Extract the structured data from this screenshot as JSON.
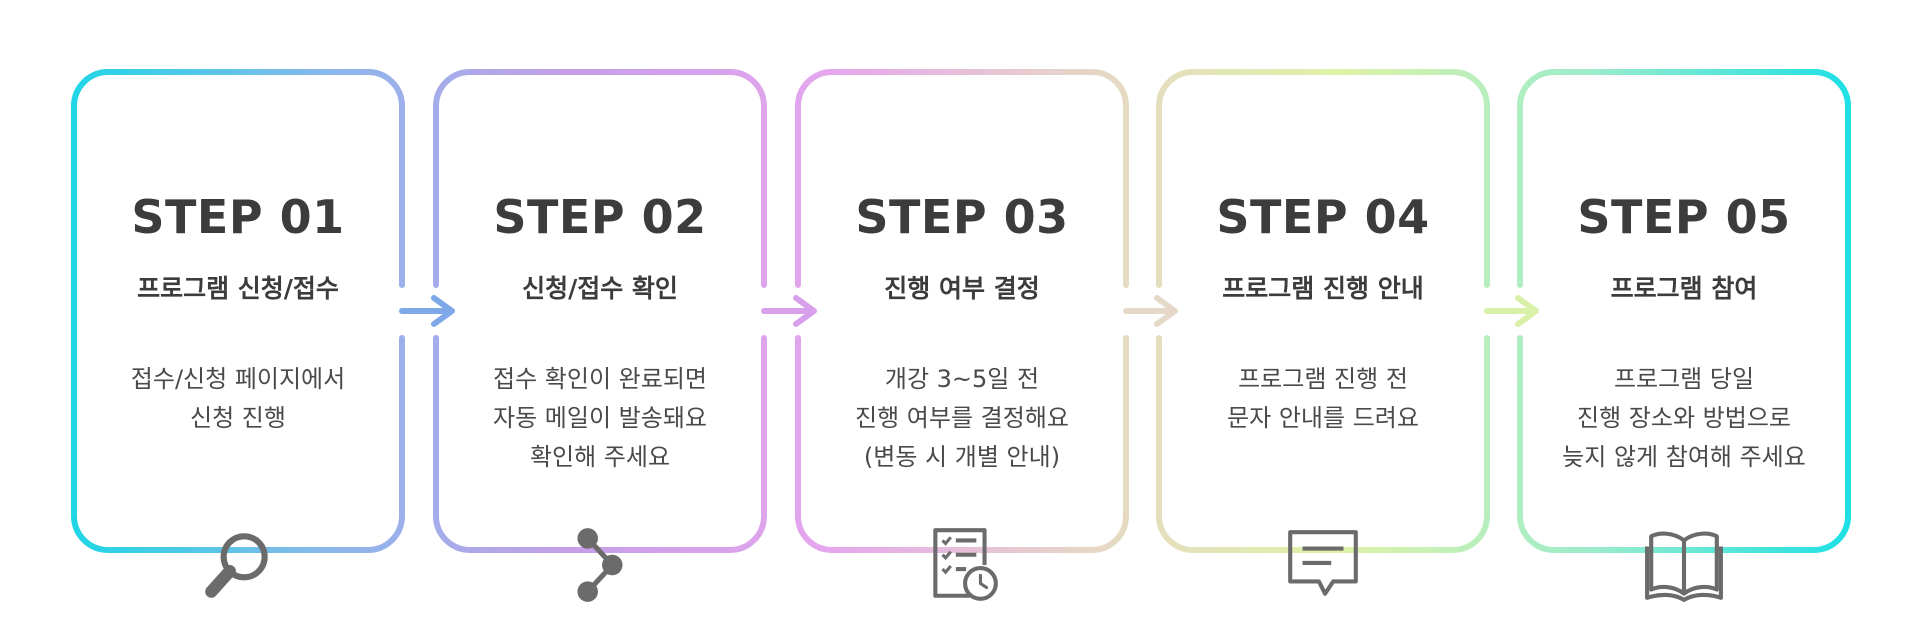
{
  "steps": [
    {
      "step": "STEP 01",
      "title": "프로그램 신청/접수",
      "desc": [
        "접수/신청 페이지에서",
        "신청 진행"
      ],
      "icon": "magnifier-icon"
    },
    {
      "step": "STEP 02",
      "title": "신청/접수 확인",
      "desc": [
        "접수 확인이 완료되면",
        "자동 메일이 발송돼요",
        "확인해 주세요"
      ],
      "icon": "share-icon"
    },
    {
      "step": "STEP 03",
      "title": "진행 여부 결정",
      "desc": [
        "개강 3~5일 전",
        "진행 여부를 결정해요",
        "(변동 시 개별 안내)"
      ],
      "icon": "checklist-clock-icon"
    },
    {
      "step": "STEP 04",
      "title": "프로그램 진행 안내",
      "desc": [
        "프로그램 진행 전",
        "문자 안내를 드려요"
      ],
      "icon": "message-icon"
    },
    {
      "step": "STEP 05",
      "title": "프로그램 참여",
      "desc": [
        "프로그램 당일",
        "진행 장소와 방법으로",
        "늦지 않게 참여해 주세요"
      ],
      "icon": "open-book-icon"
    }
  ],
  "colors": {
    "gradient": [
      "#1fd6e6",
      "#88b8ea",
      "#c79ee8",
      "#e6a6ee",
      "#e6d6c6",
      "#dff2a8",
      "#9ceccb",
      "#1fe0e4"
    ],
    "arrows": [
      "#7fa8e8",
      "#d8a0ea",
      "#e6d8c8",
      "#d8f0a8"
    ],
    "text": "#3c3c3c",
    "icon": "#6b6b6b"
  }
}
